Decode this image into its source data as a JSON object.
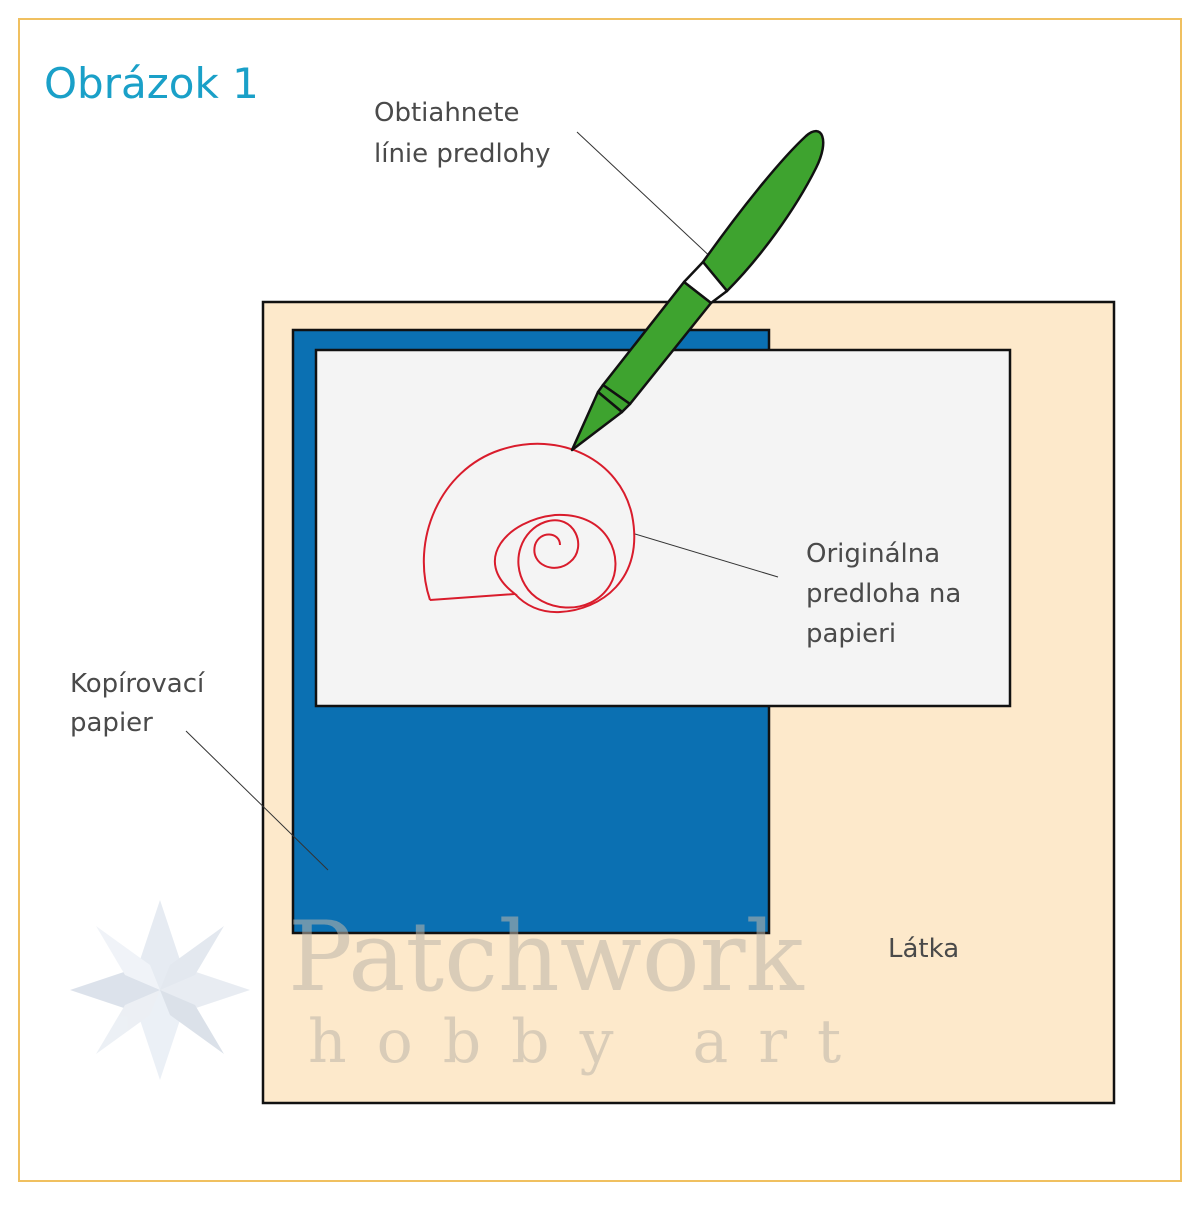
{
  "title": "Obrázok 1",
  "labels": {
    "trace_line_1": "Obtiahnete",
    "trace_line_2": "línie predlohy",
    "original_line_1": "Originálna",
    "original_line_2": "predloha na",
    "original_line_3": "papieri",
    "carbon_line_1": "Kopírovací",
    "carbon_line_2": "papier",
    "fabric": "Látka"
  },
  "watermark": {
    "line_1": "Patchwork",
    "line_2": "hobby art"
  },
  "colors": {
    "frame_border": "#f0c060",
    "fabric": "#fde9cb",
    "carbon_paper": "#0b70b2",
    "paper": "#f4f4f4",
    "spiral": "#d91c2c",
    "pen": "#3ea32f",
    "title": "#1aa0c8",
    "label": "#4a4a4a"
  },
  "icons": {
    "pen": "pen-icon",
    "watermark_star": "eight-point-star-icon"
  }
}
